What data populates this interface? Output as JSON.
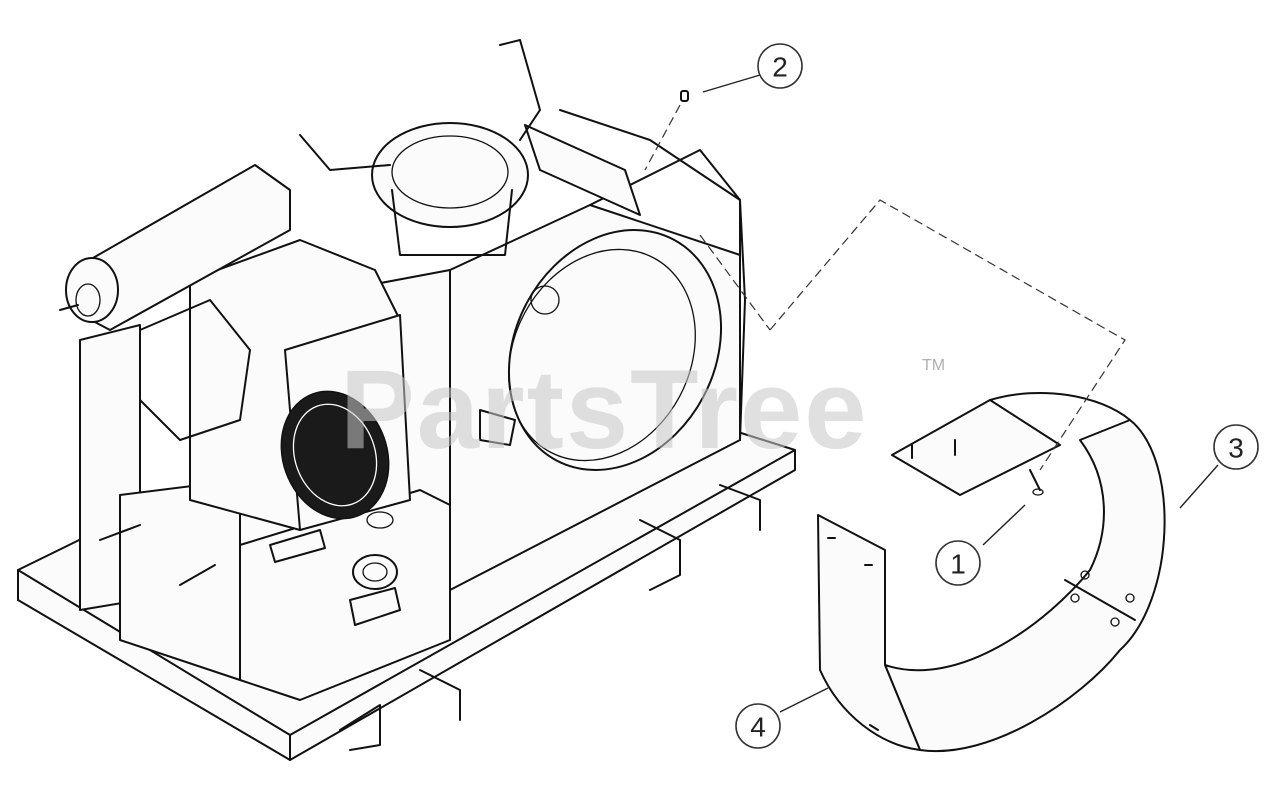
{
  "watermark": {
    "text": "PartsTree",
    "trademark": "TM"
  },
  "callouts": [
    {
      "label": "1"
    },
    {
      "label": "2"
    },
    {
      "label": "3"
    },
    {
      "label": "4"
    }
  ]
}
